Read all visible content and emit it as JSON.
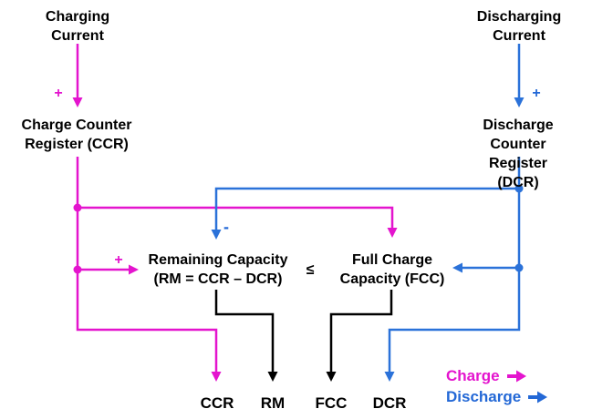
{
  "diagram": {
    "nodes": {
      "charging_current": "Charging\nCurrent",
      "charge_counter_register": "Charge Counter\nRegister (CCR)",
      "discharging_current": "Discharging\nCurrent",
      "discharge_counter_register": "Discharge Counter\nRegister (DCR)",
      "remaining_capacity": "Remaining Capacity\n(RM = CCR – DCR)",
      "full_charge_capacity": "Full Charge\nCapacity (FCC)",
      "comparator": "≤"
    },
    "operators": {
      "charge_input_plus": "+",
      "discharge_input_plus": "+",
      "remaining_plus": "+",
      "remaining_minus": "-"
    },
    "outputs": [
      "CCR",
      "RM",
      "FCC",
      "DCR"
    ],
    "legend": [
      {
        "label": "Charge",
        "icon": "right-arrow",
        "color": "#E414CE"
      },
      {
        "label": "Discharge",
        "icon": "right-arrow",
        "color": "#2368D6"
      }
    ],
    "colors": {
      "charge_line": "#E414CE",
      "discharge_line": "#2B72D9",
      "output_line": "#000000",
      "text": "#000000",
      "background": "#FFFFFF"
    }
  }
}
